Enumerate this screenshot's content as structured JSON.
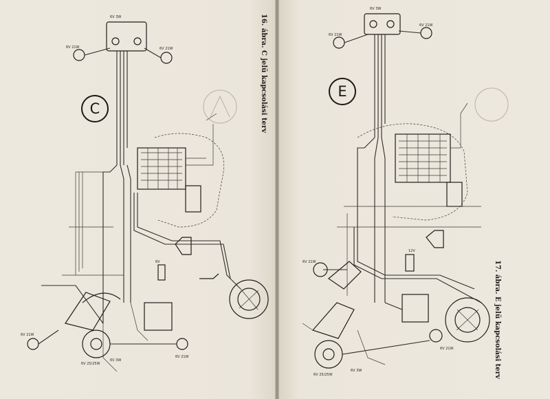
{
  "spread": {
    "left": {
      "diagram_letter": "C",
      "caption": "16. ábra. C jelü kapcsolási terv",
      "component_labels": [
        "6V 21W",
        "6V 3W",
        "6V 21W",
        "6V 21W",
        "6V 25/25W",
        "6V 3W",
        "6V 21W",
        "6V"
      ]
    },
    "right": {
      "diagram_letter": "E",
      "caption": "17. ábra. E jelü kapcsolási terv",
      "component_labels": [
        "6V 21W",
        "6V 3W",
        "6V 21W",
        "6V 21W",
        "6V 25/25W",
        "6V 3W",
        "6V 21W",
        "12V"
      ]
    }
  },
  "colors": {
    "paper": "#ece7dc",
    "ink": "#2d2a26",
    "gutter": "#8f887a"
  }
}
